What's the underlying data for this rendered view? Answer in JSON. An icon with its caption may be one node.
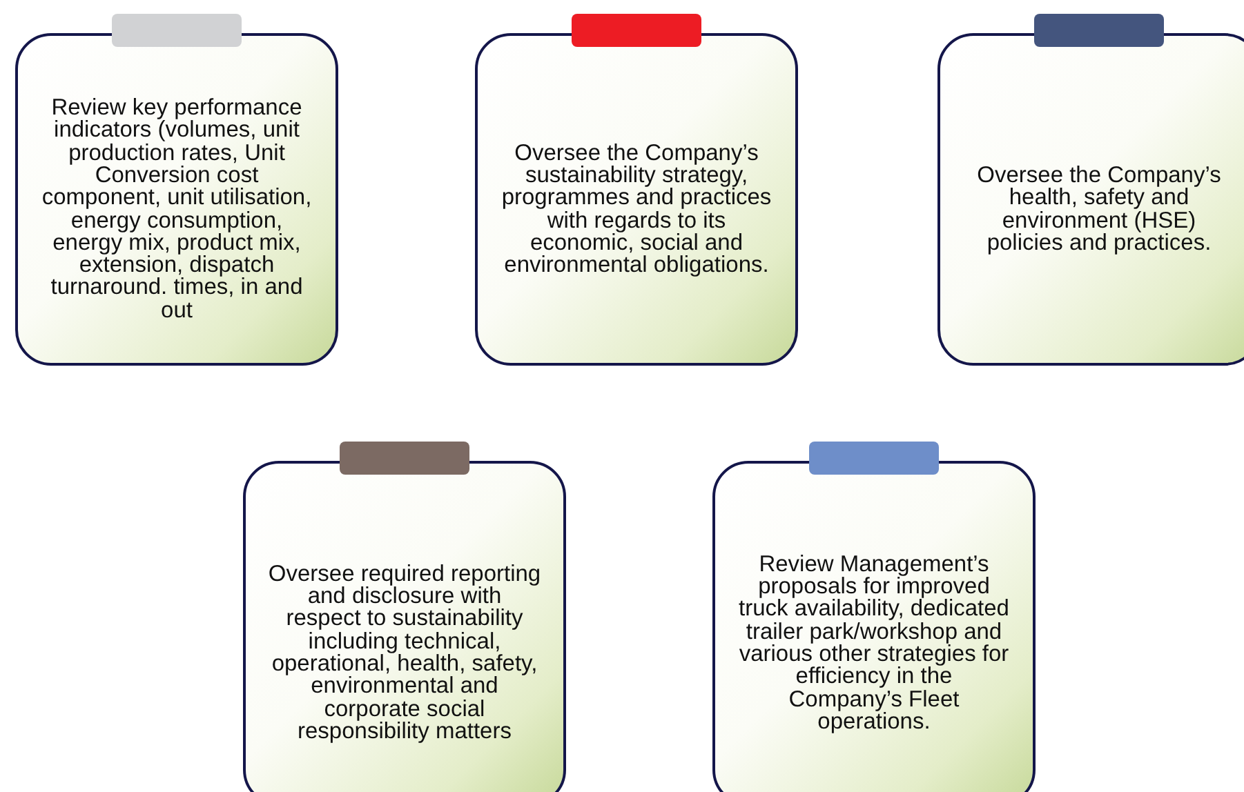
{
  "diagram": {
    "nodes": [
      {
        "text": [
          "Review key performance indicators (volumes, unit production rates, Unit Conversion cost component, unit utilisation, energy consumption, energy mix, product mix, extension, dispatch turnaround. times, in and out"
        ]
      },
      {
        "text": [
          "Oversee the Company’s sustainability strategy, programmes and practices with regards to its economic, social and environmental obligations."
        ]
      },
      {
        "text": [
          "Oversee the Company’s health, safety and environment (HSE) policies and practices."
        ]
      },
      {
        "text": [
          "Oversee required reporting and disclosure with respect to sustainability including technical, operational, health, safety, environmental and corporate social responsibility matters"
        ]
      },
      {
        "text": [
          "Review Management’s proposals for improved truck availability, dedicated trailer park/workshop and various other strategies for efficiency in the Company’s Fleet operations."
        ]
      }
    ]
  }
}
